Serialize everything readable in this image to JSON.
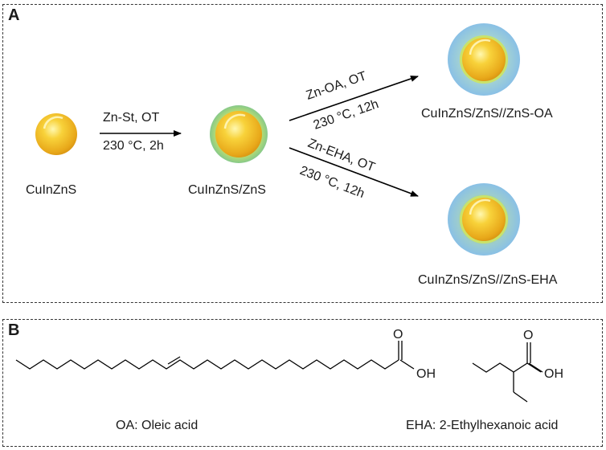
{
  "panel_a": {
    "letter": "A",
    "labels": {
      "core": "CuInZnS",
      "core_shell": "CuInZnS/ZnS",
      "oa_product": "CuInZnS/ZnS//ZnS-OA",
      "eha_product": "CuInZnS/ZnS//ZnS-EHA"
    },
    "reactions": {
      "step1_reagent": "Zn-St, OT",
      "step1_conditions": "230 °C, 2h",
      "step2a_reagent": "Zn-OA, OT",
      "step2a_conditions": "230 °C, 12h",
      "step2b_reagent": "Zn-EHA, OT",
      "step2b_conditions": "230 °C, 12h"
    },
    "colors": {
      "core_gold": "#f2c12e",
      "core_highlight": "#fff3a0",
      "shell_green": "#8fcf86",
      "outer_blue": "#8ec4e6"
    }
  },
  "panel_b": {
    "letter": "B",
    "oa_caption": "OA: Oleic acid",
    "eha_caption": "EHA: 2-Ethylhexanoic acid",
    "oa_o_label": "O",
    "oa_oh_label": "OH",
    "eha_o_label": "O",
    "eha_oh_label": "OH"
  }
}
